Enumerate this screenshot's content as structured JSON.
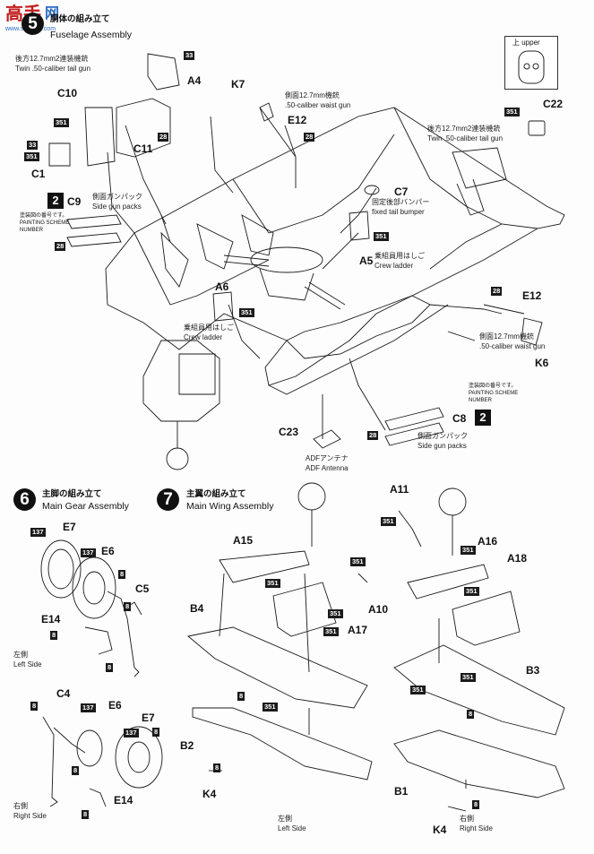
{
  "watermark": {
    "logo_text": "高手",
    "site": "www.showon.com",
    "brand": "网"
  },
  "step5": {
    "title_jp": "胴体の組み立て",
    "title_en": "Fuselage Assembly",
    "parts": [
      "A4",
      "C10",
      "C11",
      "C1",
      "C9",
      "K7",
      "E12",
      "C7",
      "A5",
      "A6",
      "K6",
      "C22",
      "E12",
      "C8",
      "C23"
    ],
    "labels": {
      "tail_gun_jp": "後方12.7mm2連装機銃",
      "tail_gun_en": "Twin .50-caliber tail gun",
      "side_packs_jp": "側面ガンパック",
      "side_packs_en": "Side gun packs",
      "scheme_note_jp": "塗装図の番号です。",
      "scheme_note_en1": "PAINTING SCHEME",
      "scheme_note_en2": "NUMBER",
      "waist_gun_jp": "側面12.7mm機銃",
      "waist_gun_en": ".50-caliber waist gun",
      "tail_bumper_jp": "固定後部バンパー",
      "tail_bumper_en": "fixed tail bumper",
      "crew_ladder_jp": "乗組員用はしご",
      "crew_ladder_en": "Crew ladder",
      "adf_jp": "ADFアンテナ",
      "adf_en": "ADF Antenna",
      "upper_jp": "上",
      "upper_en": "upper"
    },
    "scheme_numbers": [
      "2",
      "2"
    ]
  },
  "step6": {
    "number": "6",
    "title_jp": "主脚の組み立て",
    "title_en": "Main Gear Assembly",
    "parts": [
      "E7",
      "E6",
      "C5",
      "E14",
      "C4",
      "E6",
      "E7",
      "E14"
    ],
    "left_jp": "左側",
    "left_en": "Left Side",
    "right_jp": "右側",
    "right_en": "Right Side"
  },
  "step7": {
    "number": "7",
    "title_jp": "主翼の組み立て",
    "title_en": "Main Wing Assembly",
    "parts": [
      "A15",
      "A11",
      "A16",
      "A18",
      "B4",
      "A10",
      "A17",
      "B3",
      "B2",
      "B1",
      "K4",
      "K4"
    ],
    "left_jp": "左側",
    "left_en": "Left Side",
    "right_jp": "右側",
    "right_en": "Right Side"
  },
  "codes": {
    "c33": "33",
    "c351": "351",
    "c28": "28",
    "c137": "137",
    "c8": "8"
  }
}
